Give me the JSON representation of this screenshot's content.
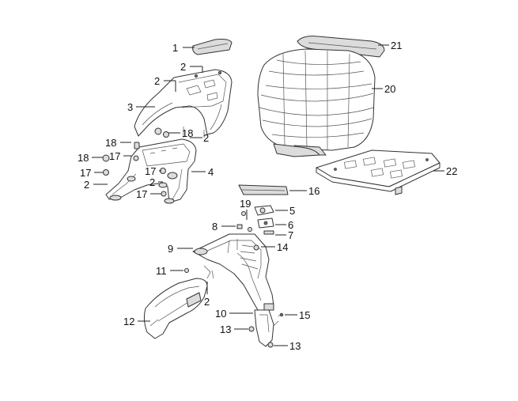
{
  "diagram": {
    "colors": {
      "line": "#333333",
      "fill_light": "#ffffff",
      "fill_grey": "#dcdcdc",
      "fill_dark": "#6e6e6e",
      "text": "#111111"
    },
    "callouts": [
      {
        "id": "c1",
        "label": "1"
      },
      {
        "id": "c2a",
        "label": "2"
      },
      {
        "id": "c2b",
        "label": "2"
      },
      {
        "id": "c3",
        "label": "3"
      },
      {
        "id": "c18a",
        "label": "18"
      },
      {
        "id": "c2c",
        "label": "2"
      },
      {
        "id": "c18b",
        "label": "18"
      },
      {
        "id": "c17a",
        "label": "17"
      },
      {
        "id": "c18c",
        "label": "18"
      },
      {
        "id": "c17b",
        "label": "17"
      },
      {
        "id": "c2d",
        "label": "2"
      },
      {
        "id": "c17c",
        "label": "17"
      },
      {
        "id": "c4",
        "label": "4"
      },
      {
        "id": "c2e",
        "label": "2"
      },
      {
        "id": "c17d",
        "label": "17"
      },
      {
        "id": "c21",
        "label": "21"
      },
      {
        "id": "c20",
        "label": "20"
      },
      {
        "id": "c22",
        "label": "22"
      },
      {
        "id": "c16",
        "label": "16"
      },
      {
        "id": "c19",
        "label": "19"
      },
      {
        "id": "c5",
        "label": "5"
      },
      {
        "id": "c8",
        "label": "8"
      },
      {
        "id": "c6",
        "label": "6"
      },
      {
        "id": "c7",
        "label": "7"
      },
      {
        "id": "c9",
        "label": "9"
      },
      {
        "id": "c14",
        "label": "14"
      },
      {
        "id": "c11",
        "label": "11"
      },
      {
        "id": "c2f",
        "label": "2"
      },
      {
        "id": "c12",
        "label": "12"
      },
      {
        "id": "c10",
        "label": "10"
      },
      {
        "id": "c15",
        "label": "15"
      },
      {
        "id": "c13a",
        "label": "13"
      },
      {
        "id": "c13b",
        "label": "13"
      }
    ]
  }
}
